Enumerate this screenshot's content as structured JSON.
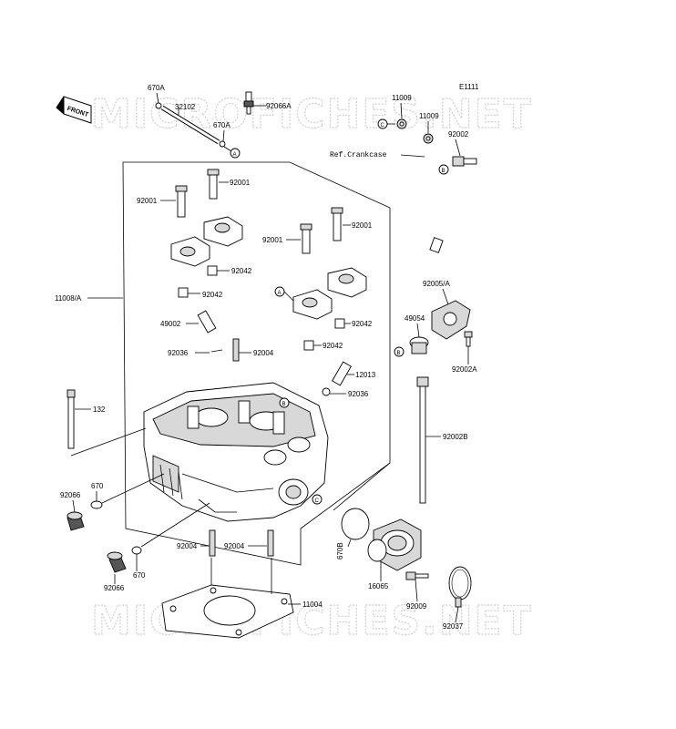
{
  "diagram_code": "E1111",
  "front_arrow_text": "FRONT",
  "watermark": "MICROFICHES.NET",
  "ref_text": "Ref.Crankcase",
  "labels": {
    "l670A_top": "670A",
    "l32102": "32102",
    "l92066A": "92066A",
    "l670A_mid": "670A",
    "l11009_a": "11009",
    "l11009_b": "11009",
    "l92002": "92002",
    "l92001_a": "92001",
    "l92001_b": "92001",
    "l92001_c": "92001",
    "l92001_d": "92001",
    "l92042_a": "92042",
    "l92042_b": "92042",
    "l92042_c": "92042",
    "l92042_d": "92042",
    "l11008A": "11008/A",
    "l49002": "49002",
    "l92036_a": "92036",
    "l92004_a": "92004",
    "l12013": "12013",
    "l92036_b": "92036",
    "l92005A": "92005/A",
    "l49054": "49054",
    "l92002A": "92002A",
    "l132": "132",
    "l92002B": "92002B",
    "l670_a": "670",
    "l92066_a": "92066",
    "l670_b": "670",
    "l92066_b": "92066",
    "l92004_b": "92004",
    "l92004_c": "92004",
    "l670B": "670B",
    "l16065": "16065",
    "l92009": "92009",
    "l92037": "92037",
    "l11004": "11004"
  },
  "callouts": {
    "A1": "A",
    "A2": "A",
    "B1": "B",
    "B2": "B",
    "C1": "C",
    "C2": "C"
  }
}
